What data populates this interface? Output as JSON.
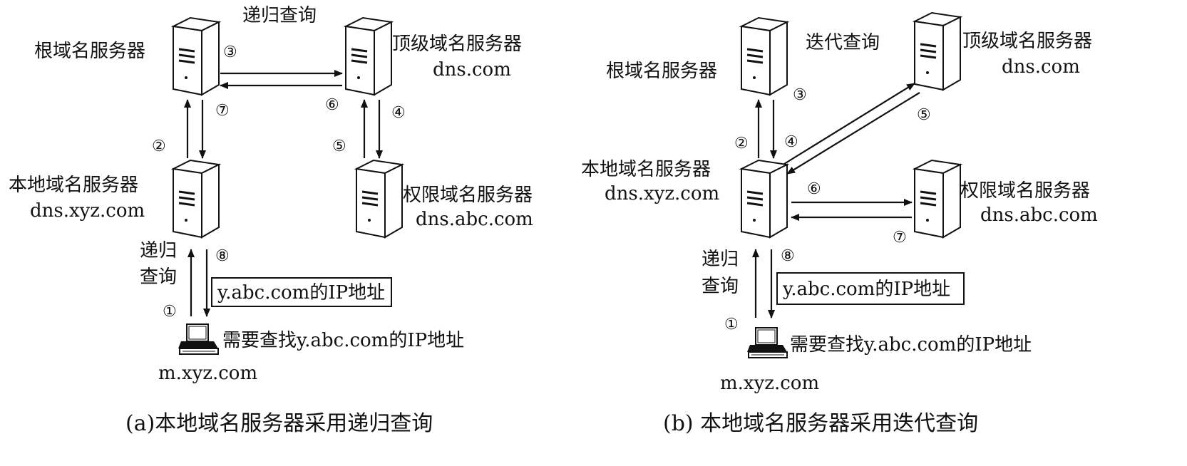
{
  "panel_a": {
    "caption": "(a)本地域名服务器采用递归查询",
    "top_label": "递归查询",
    "root_label": "根域名服务器",
    "tld_label": "顶级域名服务器",
    "tld_domain": "dns.com",
    "local_label": "本地域名服务器",
    "local_domain": "dns.xyz.com",
    "auth_label": "权限域名服务器",
    "auth_domain": "dns.abc.com",
    "host_domain": "m.xyz.com",
    "host_query": "需要查找y.abc.com的IP地址",
    "answer_box": "y.abc.com的IP地址",
    "recursive_1": "递归",
    "recursive_2": "查询",
    "steps": [
      "①",
      "②",
      "③",
      "④",
      "⑤",
      "⑥",
      "⑦",
      "⑧"
    ]
  },
  "panel_b": {
    "caption": "(b) 本地域名服务器采用迭代查询",
    "top_label": "迭代查询",
    "root_label": "根域名服务器",
    "tld_label": "顶级域名服务器",
    "tld_domain": "dns.com",
    "local_label": "本地域名服务器",
    "local_domain": "dns.xyz.com",
    "auth_label": "权限域名服务器",
    "auth_domain": "dns.abc.com",
    "host_domain": "m.xyz.com",
    "host_query": "需要查找y.abc.com的IP地址",
    "answer_box": "y.abc.com的IP地址",
    "recursive_1": "递归",
    "recursive_2": "查询",
    "steps": [
      "①",
      "②",
      "③",
      "④",
      "⑤",
      "⑥",
      "⑦",
      "⑧"
    ]
  }
}
